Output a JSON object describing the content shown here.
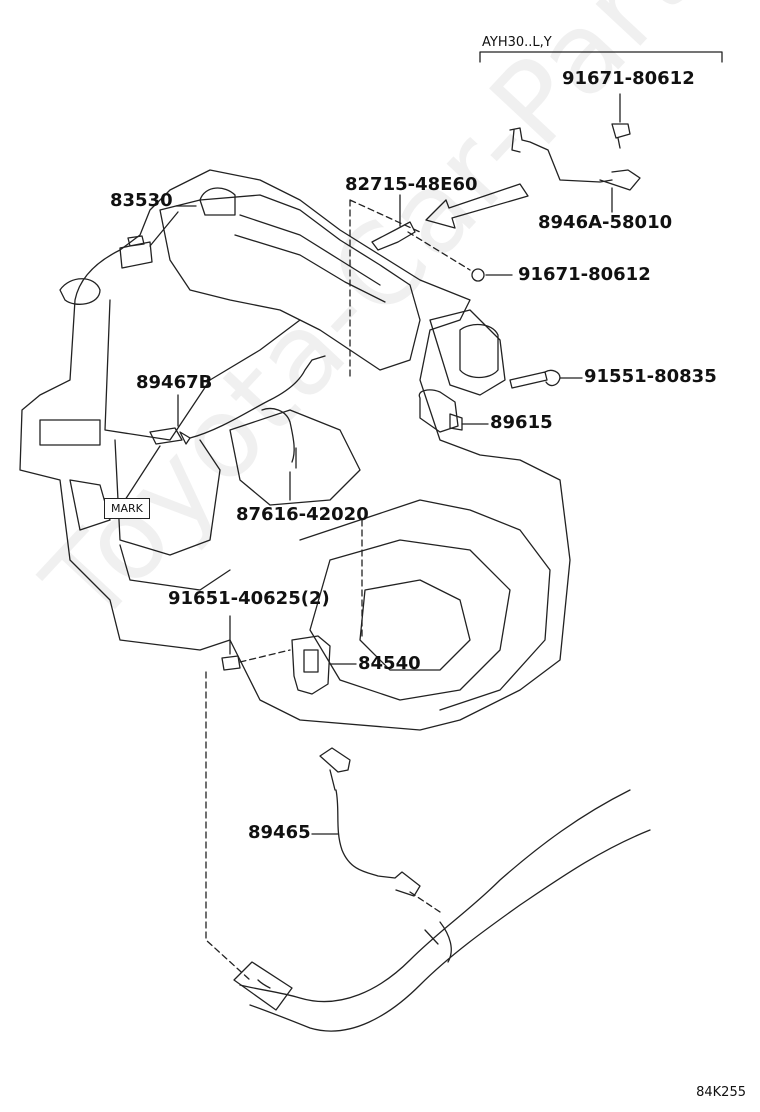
{
  "variant_label": "AYH30..L,Y",
  "parts": {
    "p91671_top": "91671-80612",
    "p82715": "82715-48E60",
    "p8946A": "8946A-58010",
    "p91671_mid": "91671-80612",
    "p83530": "83530",
    "p91551": "91551-80835",
    "p89467B": "89467B",
    "p89615": "89615",
    "p87616": "87616-42020",
    "p91651": "91651-40625(2)",
    "p84540": "84540",
    "p89465": "89465"
  },
  "mark_label": "MARK",
  "watermark": "Toyota-Car-Parts.ru",
  "diagram_code": "84K255"
}
